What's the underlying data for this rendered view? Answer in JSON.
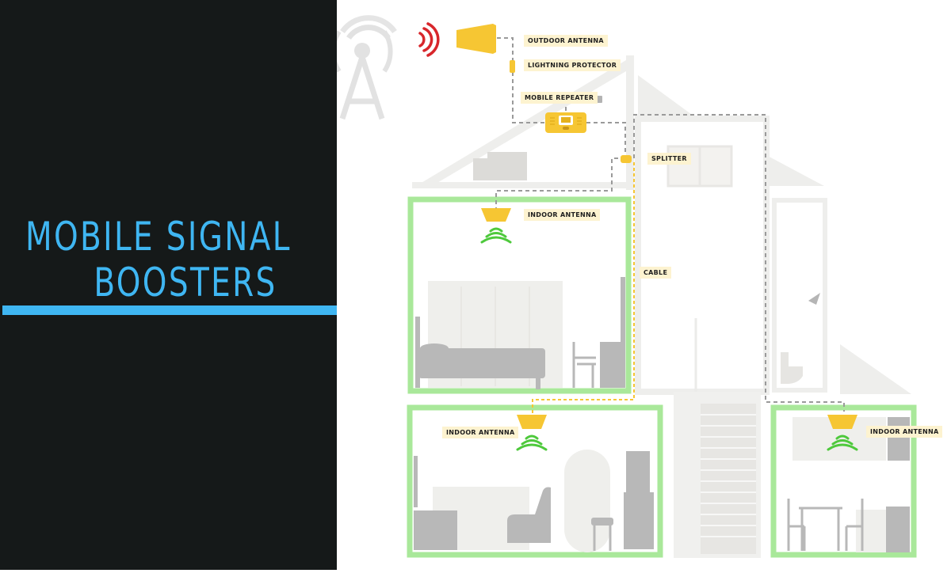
{
  "title": {
    "line1": "MOBILE SIGNAL",
    "line2": "BOOSTERS"
  },
  "colors": {
    "panel_bg": "#151919",
    "title_blue": "#3fb6f2",
    "antenna_yellow": "#f6c633",
    "signal_red": "#d8262b",
    "signal_green": "#4ec93c",
    "room_green": "#a9e89a",
    "label_bg": "#fdf3d0",
    "structure_gray": "#eeeeec",
    "furniture_gray": "#b8b8b8"
  },
  "labels": {
    "outdoor_antenna": "OUTDOOR ANTENNA",
    "lightning_protector": "LIGHTNING PROTECTOR",
    "mobile_repeater": "MOBILE REPEATER",
    "splitter": "SPLITTER",
    "cable": "CABLE",
    "indoor_antenna_upper": "INDOOR ANTENNA",
    "indoor_antenna_lower_left": "INDOOR ANTENNA",
    "indoor_antenna_lower_right": "INDOOR ANTENNA"
  },
  "icons": {
    "cell_tower": "cell-tower-icon",
    "outdoor_antenna": "outdoor-antenna-icon",
    "repeater": "repeater-icon",
    "splitter": "splitter-icon",
    "indoor_antenna": "indoor-antenna-icon",
    "signal_waves": "signal-waves-icon"
  }
}
